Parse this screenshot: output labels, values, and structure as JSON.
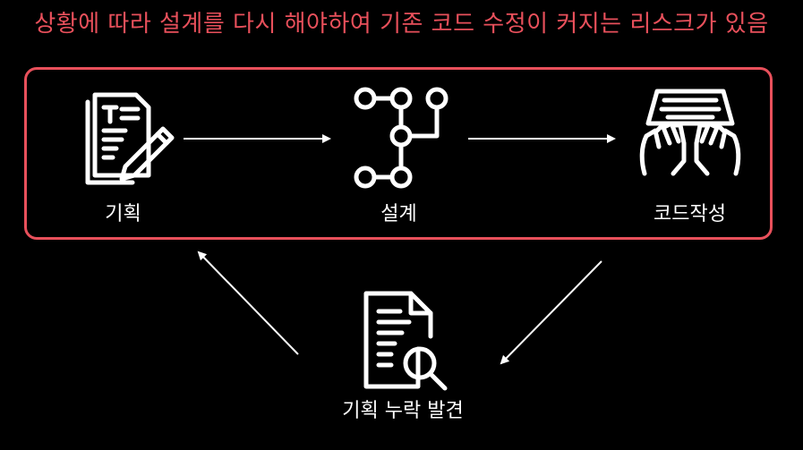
{
  "headline": "상황에 따라 설계를 다시 해야하여 기존 코드 수정이 커지는 리스크가 있음",
  "colors": {
    "accent": "#e8505b",
    "background": "#000000",
    "foreground": "#ffffff"
  },
  "stages": {
    "planning": {
      "label": "기획",
      "icon": "document-pen-icon"
    },
    "design": {
      "label": "설계",
      "icon": "node-graph-icon"
    },
    "coding": {
      "label": "코드작성",
      "icon": "hands-on-keyboard-icon"
    },
    "discovery": {
      "label": "기획 누락 발견",
      "icon": "document-magnifier-icon"
    }
  }
}
